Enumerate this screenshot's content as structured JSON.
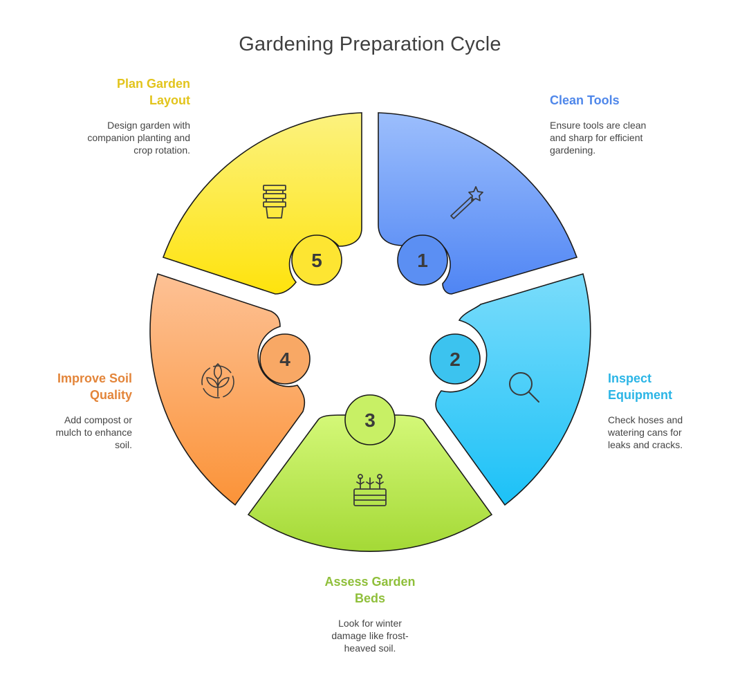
{
  "title": "Gardening Preparation Cycle",
  "colors": {
    "step1": "#5b8ff3",
    "step2": "#33b9ea",
    "step3": "#8fc23b",
    "step4": "#e8873a",
    "step5": "#e7c91b",
    "outline": "#1a1a1a"
  },
  "steps": [
    {
      "number": "1",
      "title": "Clean Tools",
      "desc": "Ensure tools are clean and sharp for efficient gardening.",
      "icon": "magic-wand-icon"
    },
    {
      "number": "2",
      "title": "Inspect Equipment",
      "desc": "Check hoses and watering cans for leaks and cracks.",
      "icon": "magnifier-icon"
    },
    {
      "number": "3",
      "title": "Assess Garden Beds",
      "desc": "Look for winter damage like frost-heaved soil.",
      "icon": "garden-bed-icon"
    },
    {
      "number": "4",
      "title": "Improve Soil Quality",
      "desc": "Add compost or mulch to enhance soil.",
      "icon": "sprout-icon"
    },
    {
      "number": "5",
      "title": "Plan Garden Layout",
      "desc": "Design garden with companion planting and crop rotation.",
      "icon": "stacked-pots-icon"
    }
  ]
}
